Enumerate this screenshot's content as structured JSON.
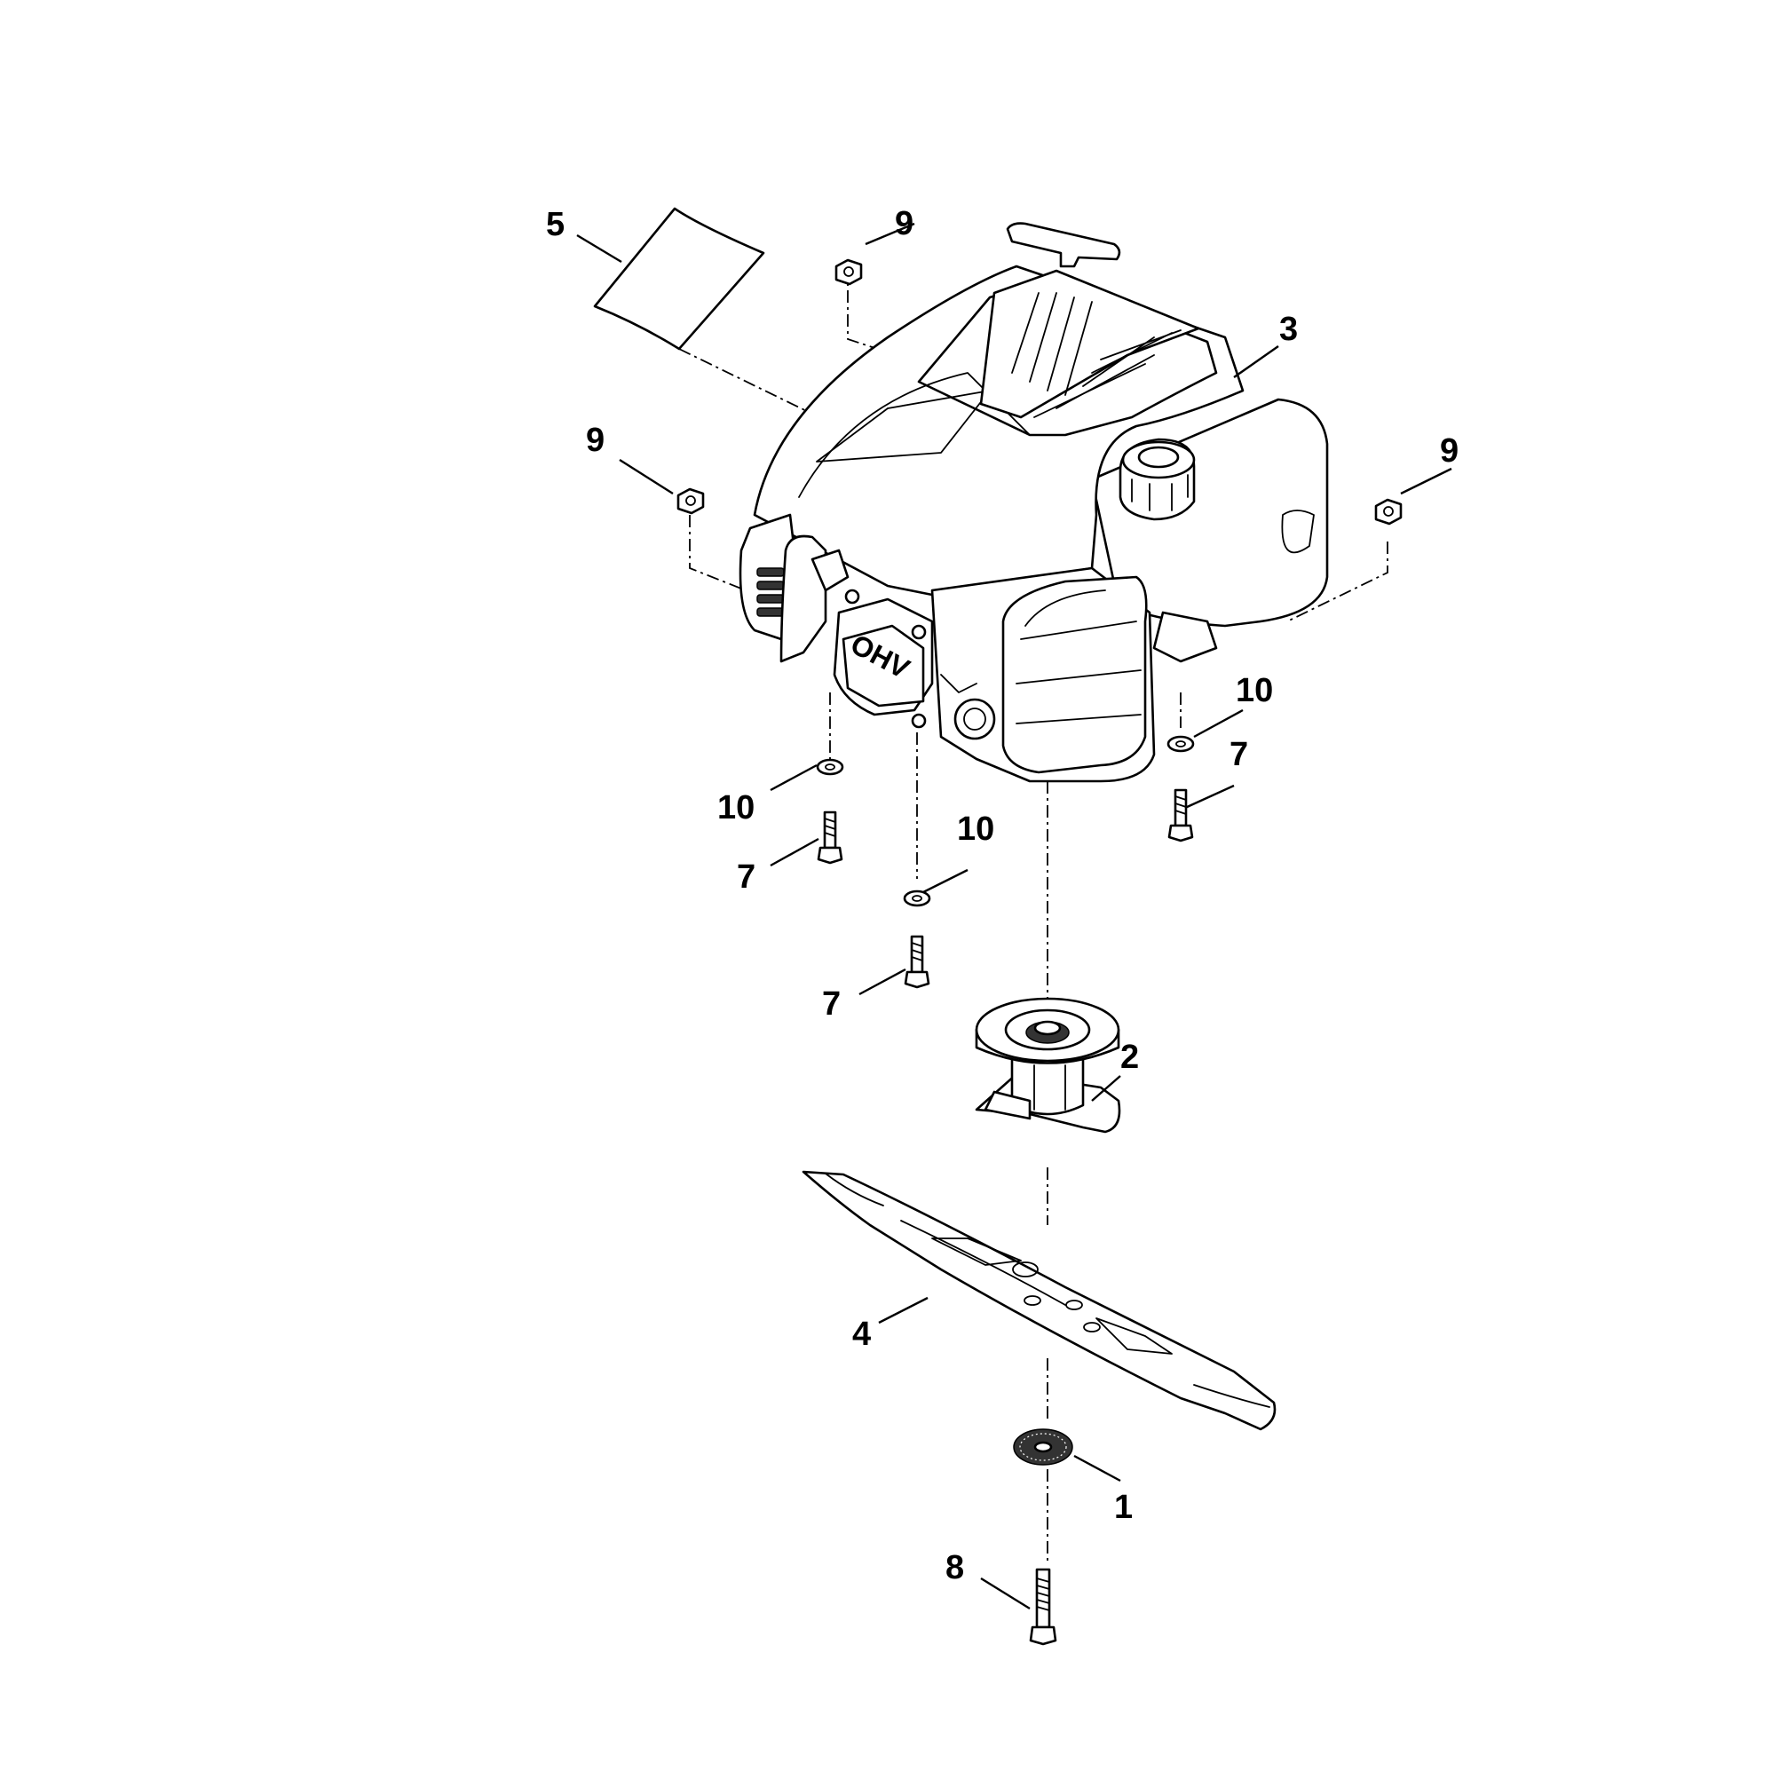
{
  "engine": {
    "stamp_text": "OHV"
  },
  "callouts": {
    "c1": "1",
    "c2": "2",
    "c3": "3",
    "c4": "4",
    "c5": "5",
    "c7a": "7",
    "c7b": "7",
    "c7c": "7",
    "c8": "8",
    "c9a": "9",
    "c9b": "9",
    "c9c": "9",
    "c10a": "10",
    "c10b": "10",
    "c10c": "10"
  }
}
